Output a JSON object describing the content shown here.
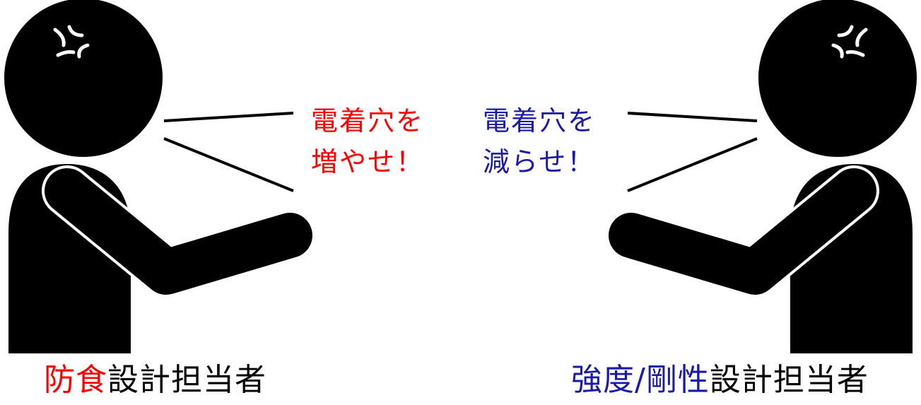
{
  "colors": {
    "figure": "#000000",
    "outline": "#ffffff",
    "red": "#ff0000",
    "blue": "#1a1aa6",
    "text": "#000000"
  },
  "icons": {
    "anger": "anger-mark-icon"
  },
  "left": {
    "speech": [
      "電着穴を",
      "増やせ！"
    ],
    "role_highlight": "防食",
    "role_rest": "設計担当者"
  },
  "right": {
    "speech": [
      "電着穴を",
      "減らせ！"
    ],
    "role_highlight": "強度/剛性",
    "role_rest": "設計担当者"
  }
}
